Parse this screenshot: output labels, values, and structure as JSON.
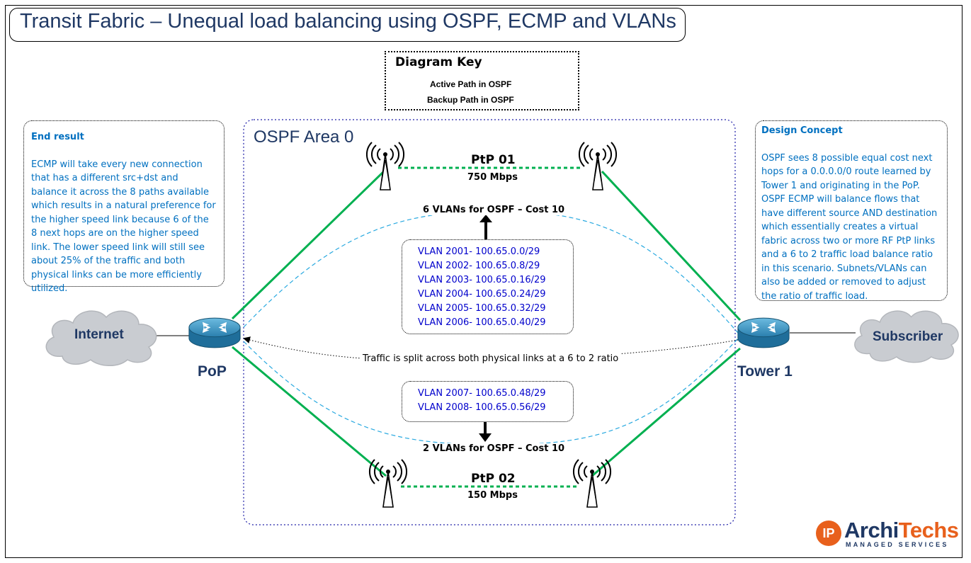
{
  "title": "Transit Fabric – Unequal load balancing using OSPF, ECMP and VLANs",
  "diagram_key": {
    "title": "Diagram Key",
    "active": "Active Path in OSPF",
    "backup": "Backup Path in OSPF",
    "active_color": "#00b050",
    "backup_color": "#ff0000"
  },
  "end_result": {
    "heading": "End result",
    "body": "ECMP will take every new connection that has a different src+dst and balance it across the 8 paths available which results in a natural preference for the higher speed link because 6 of the 8 next hops are on the higher speed link. The lower speed link will still see about 25% of the traffic and both physical links can be more efficiently utilized."
  },
  "design_concept": {
    "heading": "Design Concept",
    "body": "OSPF sees 8 possible equal cost next hops for a 0.0.0.0/0 route learned by Tower 1 and originating in the PoP. OSPF ECMP will balance flows that have different source AND destination which essentially creates a virtual fabric across two or more RF PtP links and a 6 to 2 traffic load balance ratio in this scenario. Subnets/VLANs can also be added or removed to adjust the ratio of traffic load."
  },
  "area": "OSPF Area 0",
  "ptp1": {
    "name": "PtP 01",
    "speed": "750 Mbps"
  },
  "ptp2": {
    "name": "PtP 02",
    "speed": "150 Mbps"
  },
  "top_vlans_label": "6 VLANs for OSPF – Cost 10",
  "bottom_vlans_label": "2 VLANs for OSPF – Cost 10",
  "top_vlans": [
    "VLAN 2001- 100.65.0.0/29",
    "VLAN 2002- 100.65.0.8/29",
    "VLAN 2003- 100.65.0.16/29",
    "VLAN 2004- 100.65.0.24/29",
    "VLAN 2005- 100.65.0.32/29",
    "VLAN 2006- 100.65.0.40/29"
  ],
  "bottom_vlans": [
    "VLAN 2007- 100.65.0.48/29",
    "VLAN 2008- 100.65.0.56/29"
  ],
  "split_label": "Traffic is split across both physical links at a 6 to 2 ratio",
  "nodes": {
    "pop": "PoP",
    "tower": "Tower 1"
  },
  "clouds": {
    "internet": "Internet",
    "subscriber": "Subscriber"
  },
  "logo": {
    "badge": "IP",
    "name_a": "Archi",
    "name_b": "Techs",
    "sub": "MANAGED SERVICES"
  },
  "colors": {
    "title": "#1f3864",
    "note": "#0070c0",
    "vlan": "#0000cc",
    "dashed": "#29a9e0"
  }
}
